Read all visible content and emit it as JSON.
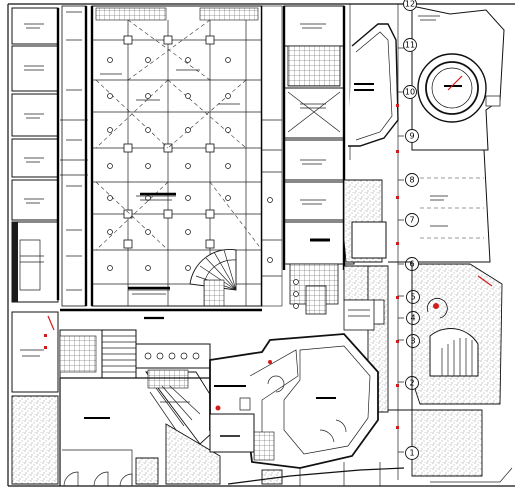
{
  "drawing": {
    "grid_markers": [
      "12",
      "11",
      "10",
      "9",
      "8",
      "7",
      "6",
      "5",
      "4",
      "3",
      "2",
      "1"
    ],
    "accent_colors": {
      "line": "#111111",
      "marker": "#d21b1b",
      "stipple": "#9a9a9a"
    }
  }
}
